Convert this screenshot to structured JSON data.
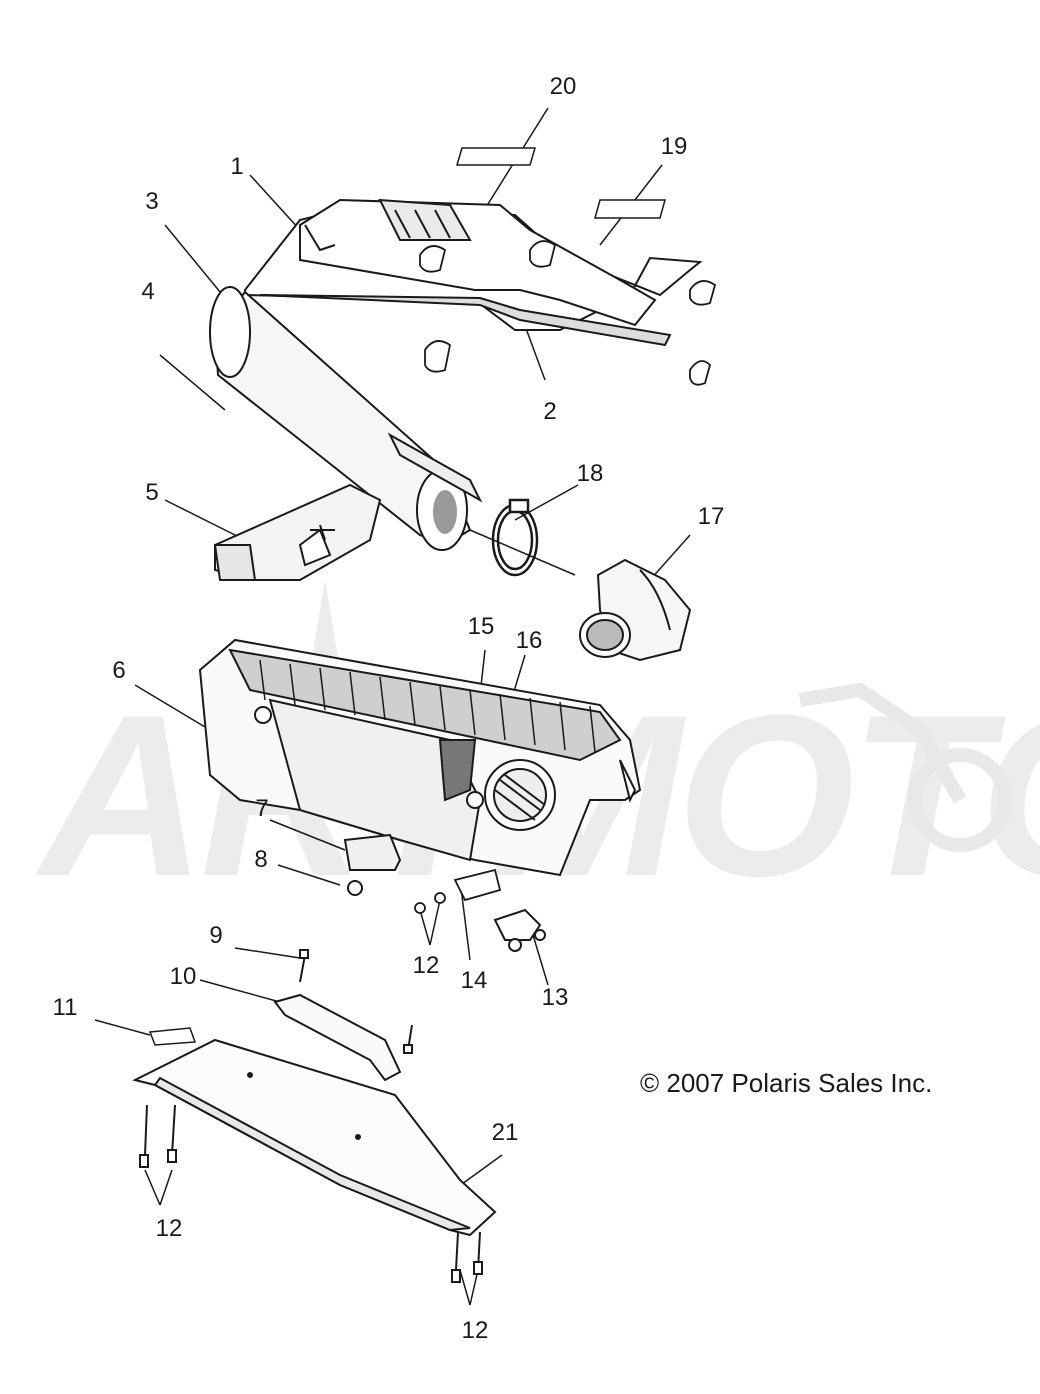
{
  "diagram": {
    "callouts": [
      "20",
      "19",
      "1",
      "3",
      "4",
      "2",
      "18",
      "5",
      "17",
      "15",
      "16",
      "6",
      "7",
      "8",
      "9",
      "12",
      "14",
      "13",
      "10",
      "11",
      "21",
      "12",
      "12"
    ],
    "copyright": "© 2007 Polaris Sales Inc.",
    "watermark": "ARTMOTO",
    "colors": {
      "line": "#1a1a1a",
      "watermark": "#ececec",
      "shade": "#555555"
    }
  }
}
